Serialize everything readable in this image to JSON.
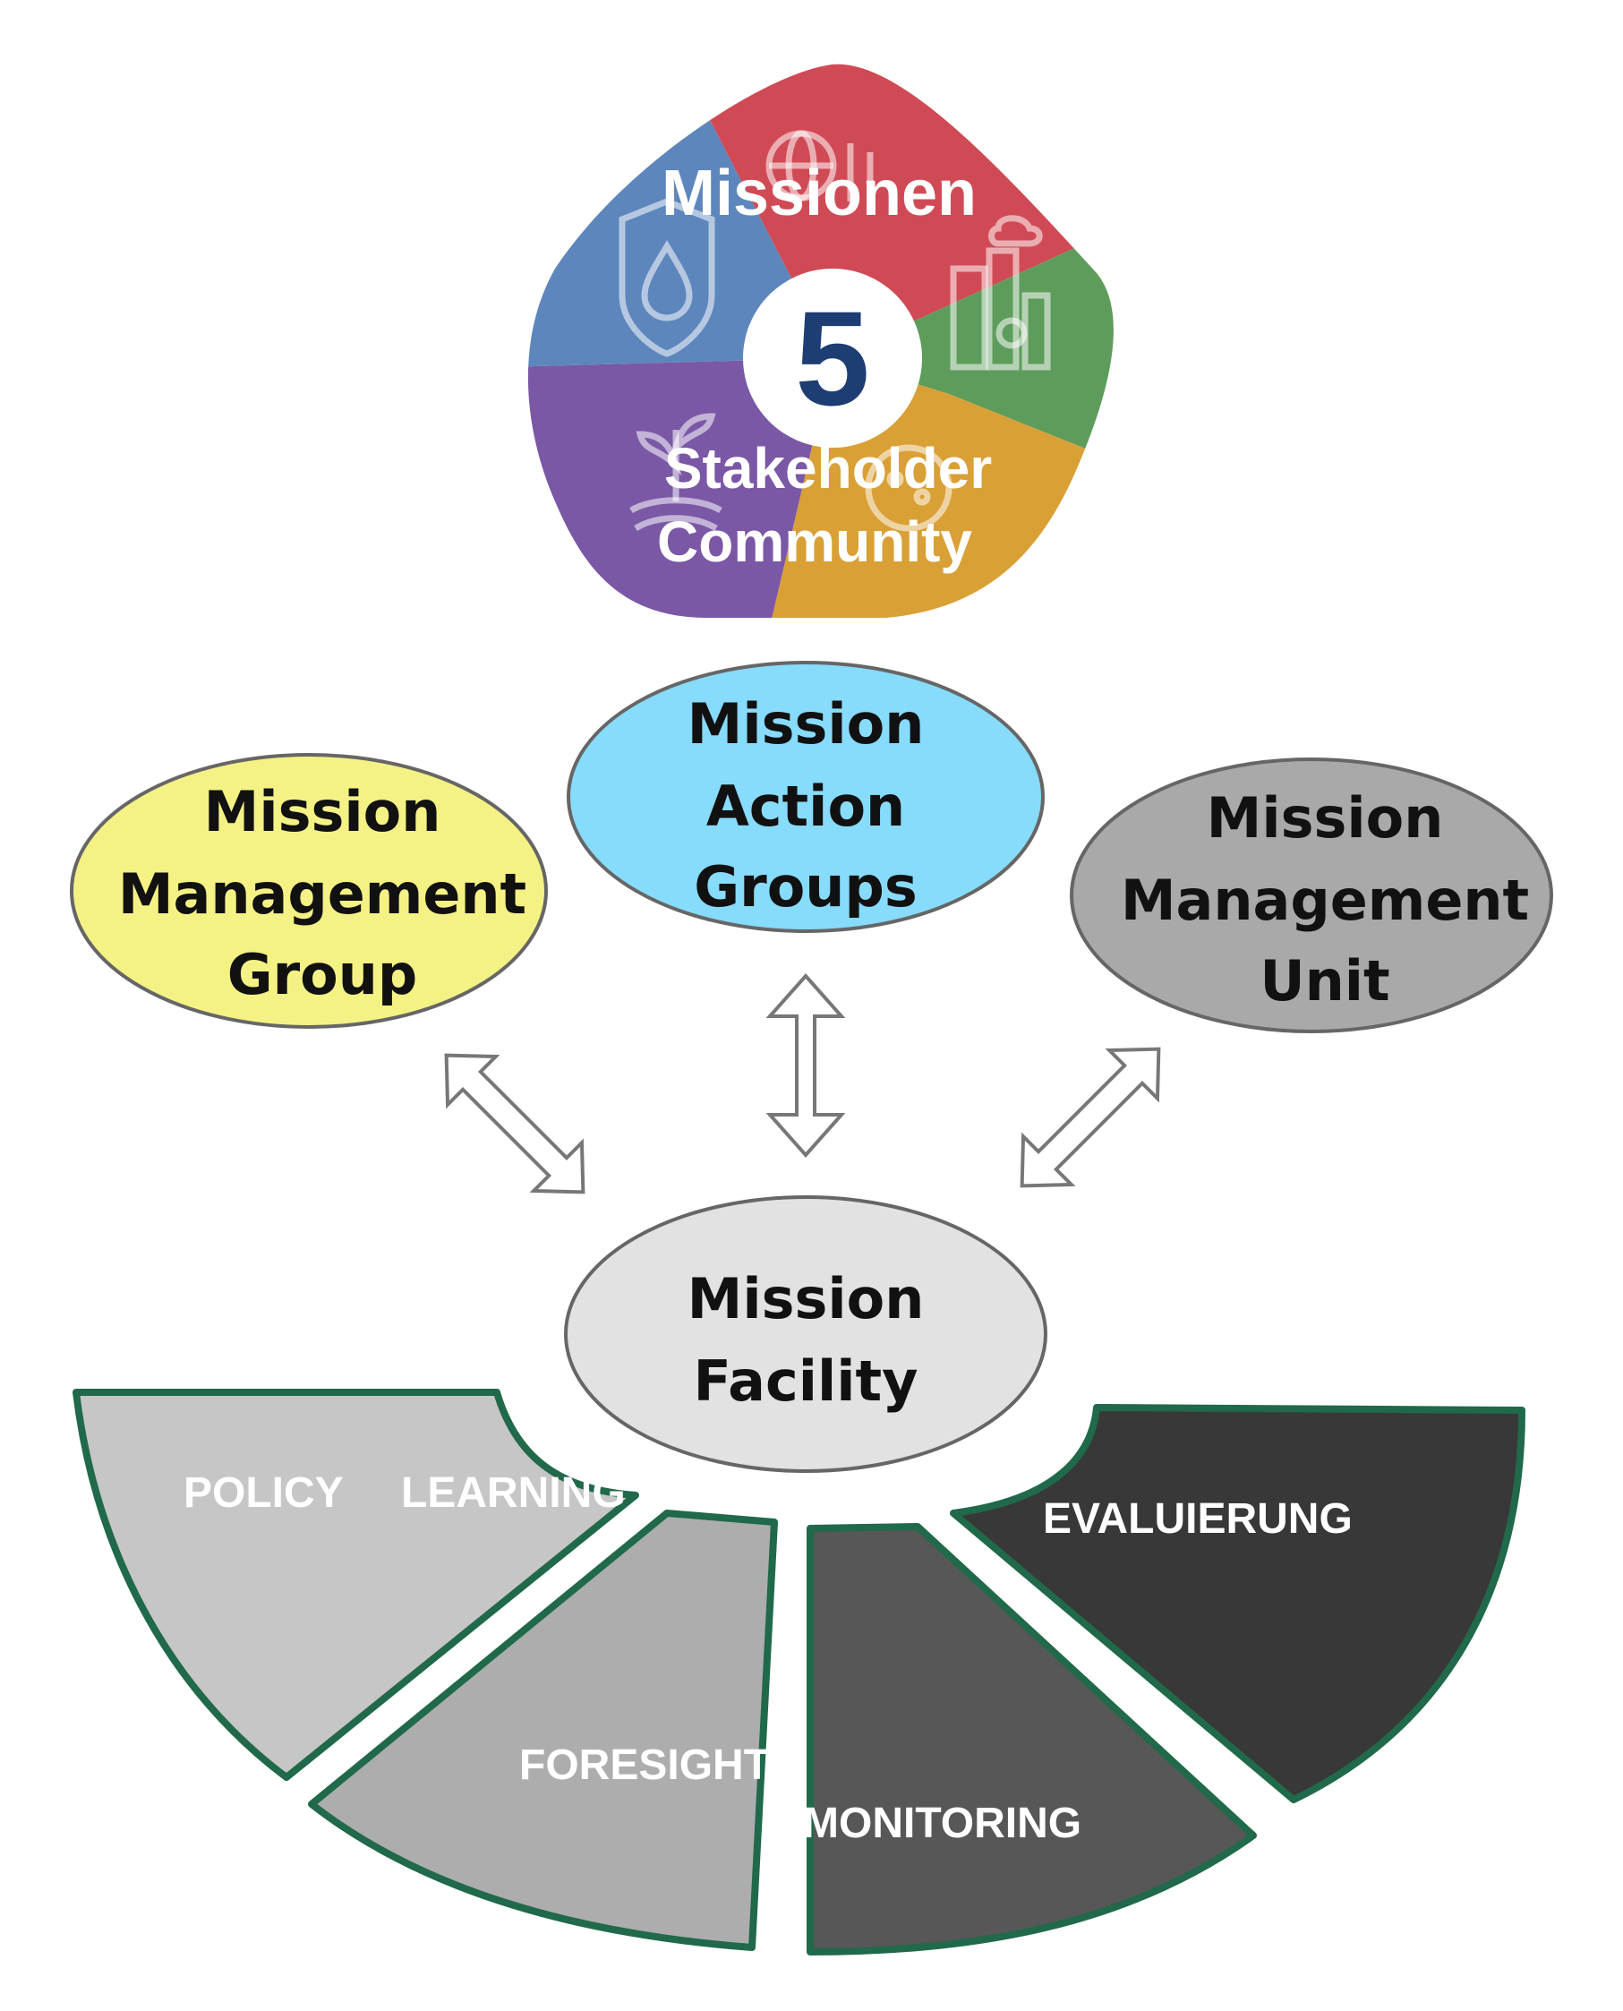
{
  "top_badge": {
    "number": "5",
    "line1": "Missionen",
    "line2": "Stakeholder",
    "line3": "Community",
    "colors": {
      "red": "#d04a55",
      "green": "#5e9c5c",
      "orange": "#d9a036",
      "purple": "#7a58a6",
      "blue": "#5d86bd",
      "number": "#1d3d73"
    }
  },
  "bodies": {
    "action_groups": {
      "lines": [
        "Mission",
        "Action",
        "Groups"
      ],
      "fill": "#87dbfb"
    },
    "management_group": {
      "lines": [
        "Mission",
        "Management",
        "Group"
      ],
      "fill": "#f5f285"
    },
    "management_unit": {
      "lines": [
        "Mission",
        "Management",
        "Unit"
      ],
      "fill": "#a9a9a9"
    },
    "facility": {
      "lines": [
        "Mission",
        "Facility"
      ],
      "fill": "#e2e2e2"
    }
  },
  "segments": {
    "policy_learning": {
      "words": [
        "POLICY",
        "LEARNING"
      ],
      "fill": "#c6c6c6"
    },
    "foresight": {
      "label": "FORESIGHT",
      "fill": "#adadad"
    },
    "monitoring": {
      "label": "MONITORING",
      "fill": "#575757"
    },
    "evaluierung": {
      "label": "EVALUIERUNG",
      "fill": "#383838"
    },
    "border_color": "#20694a"
  }
}
